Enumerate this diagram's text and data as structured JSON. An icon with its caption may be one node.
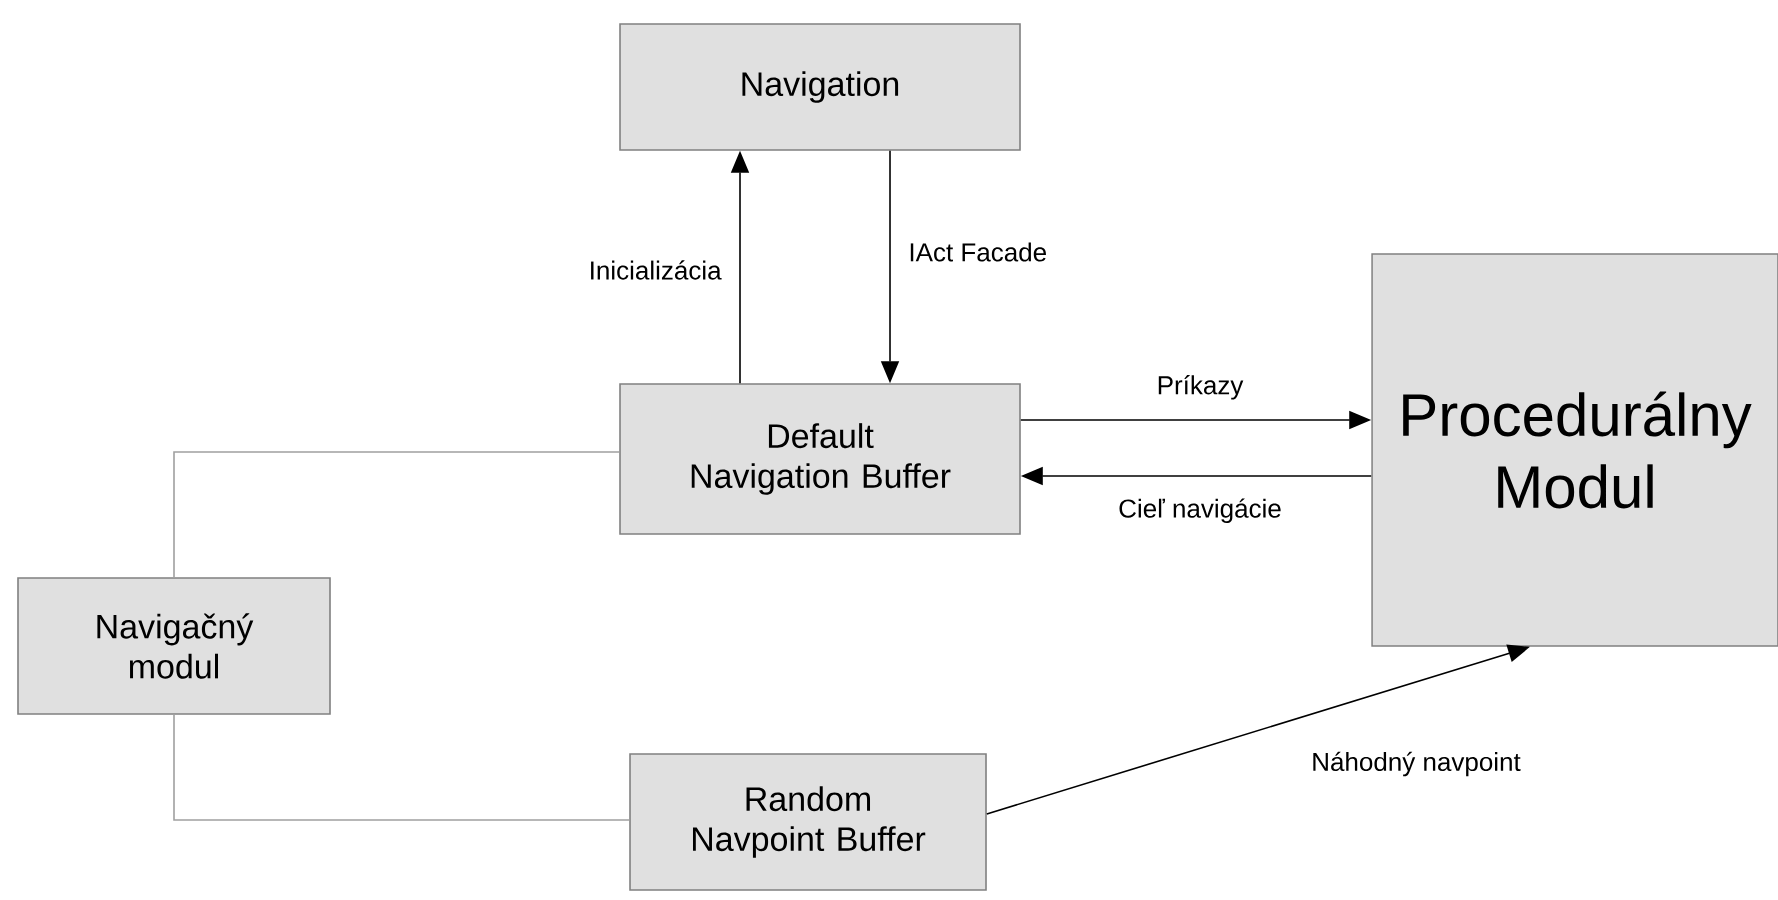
{
  "diagram": {
    "nodes": [
      {
        "text": [
          "Navigation"
        ]
      },
      {
        "text": [
          "Default Navigation Buffer"
        ]
      },
      {
        "text": [
          "Procedurálny Modul"
        ]
      },
      {
        "text": [
          "Navigačný modul"
        ]
      },
      {
        "text": [
          "Random Navpoint Buffer"
        ]
      }
    ],
    "edges": [
      {
        "from": 1,
        "to": 0,
        "arrow": "to",
        "label": "Inicializácia"
      },
      {
        "from": 0,
        "to": 1,
        "arrow": "to",
        "label": "IAct Facade"
      },
      {
        "from": 1,
        "to": 2,
        "arrow": "to",
        "label": "Príkazy"
      },
      {
        "from": 2,
        "to": 1,
        "arrow": "to",
        "label": "Cieľ navigácie"
      },
      {
        "from": 4,
        "to": 2,
        "arrow": "to",
        "label": "Náhodný navpoint"
      },
      {
        "from": 3,
        "to": 1,
        "arrow": "none",
        "color": "#a0a0a0"
      },
      {
        "from": 3,
        "to": 4,
        "arrow": "none",
        "color": "#a0a0a0"
      }
    ]
  }
}
